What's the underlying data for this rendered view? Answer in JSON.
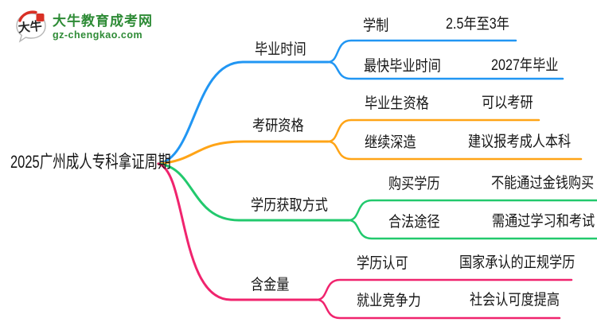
{
  "logo": {
    "icon_text": "大牛",
    "title": "大牛教育成考网",
    "domain": "gz-chengkao.com",
    "green": "#2e8b36",
    "red": "#d93025"
  },
  "root": {
    "label": "2025广州成人专科拿证周期"
  },
  "branches": [
    {
      "label": "毕业时间",
      "color": "#2196f3",
      "children": [
        {
          "key": "学制",
          "value": "2.5年至3年"
        },
        {
          "key": "最快毕业时间",
          "value": "2027年毕业"
        }
      ]
    },
    {
      "label": "考研资格",
      "color": "#ffa416",
      "children": [
        {
          "key": "毕业生资格",
          "value": "可以考研"
        },
        {
          "key": "继续深造",
          "value": "建议报考成人本科"
        }
      ]
    },
    {
      "label": "学历获取方式",
      "color": "#22c96d",
      "children": [
        {
          "key": "购买学历",
          "value": "不能通过金钱购买"
        },
        {
          "key": "合法途径",
          "value": "需通过学习和考试"
        }
      ]
    },
    {
      "label": "含金量",
      "color": "#f0246e",
      "children": [
        {
          "key": "学历认可",
          "value": "国家承认的正规学历"
        },
        {
          "key": "就业竞争力",
          "value": "社会认可度提高"
        }
      ]
    }
  ]
}
